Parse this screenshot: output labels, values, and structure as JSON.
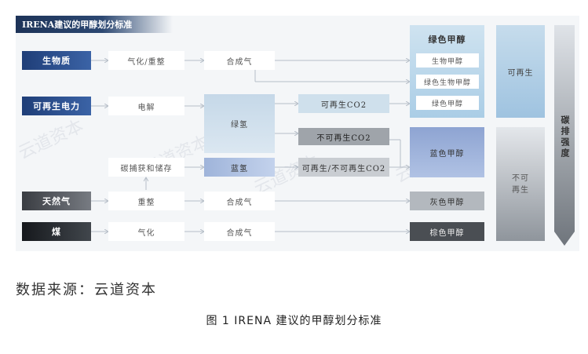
{
  "header": {
    "title": "IRENA建议的甲醇划分标准"
  },
  "sources": {
    "biomass": "生物质",
    "renewable_power": "可再生电力",
    "natural_gas": "天然气",
    "coal": "煤"
  },
  "steps": {
    "gasify_reform": "气化/重整",
    "electrolysis": "电解",
    "capture_storage": "碳捕获和储存",
    "reform": "重整",
    "gasify": "气化"
  },
  "intermediates": {
    "syngas_1": "合成气",
    "green_h2": "绿氢",
    "blue_h2": "蓝氢",
    "syngas_2": "合成气",
    "syngas_3": "合成气"
  },
  "co2": {
    "renewable": "可再生CO2",
    "non_renewable": "不可再生CO2",
    "mixed": "可再生/不可再生CO2"
  },
  "green_methanol": {
    "title": "绿色甲醇",
    "bio": "生物甲醇",
    "green_bio": "绿色生物甲醇",
    "green": "绿色甲醇"
  },
  "products": {
    "blue": "蓝色甲醇",
    "grey": "灰色甲醇",
    "brown": "棕色甲醇"
  },
  "categories": {
    "renewable": "可再生",
    "non_renewable": "不可再生",
    "intensity": "碳排强度"
  },
  "watermark": "云道资本",
  "source_note": "数据来源：云道资本",
  "caption": "图 1  IRENA 建议的甲醇划分标准"
}
